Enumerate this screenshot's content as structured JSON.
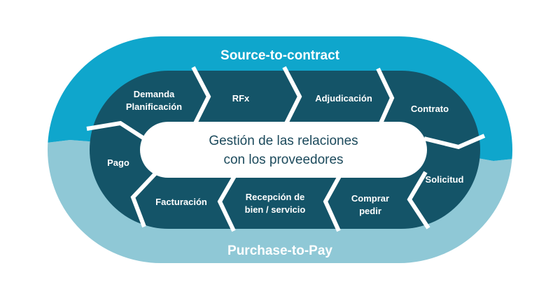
{
  "ring": {
    "top_label": "Source-to-contract",
    "bottom_label": "Purchase-to-Pay"
  },
  "center": {
    "line1": "Gestión de las relaciones",
    "line2": "con los proveedores"
  },
  "steps": [
    {
      "line1": "Demanda",
      "line2": "Planificación"
    },
    {
      "line1": "RFx"
    },
    {
      "line1": "Adjudicación"
    },
    {
      "line1": "Contrato"
    },
    {
      "line1": "Solicitud"
    },
    {
      "line1": "Comprar",
      "line2": "pedir"
    },
    {
      "line1": "Recepción de",
      "line2": "bien / servicio"
    },
    {
      "line1": "Facturación"
    },
    {
      "line1": "Pago"
    }
  ],
  "colors": {
    "ring_top": "#0fa6cc",
    "ring_bottom": "#8fc8d6",
    "segments": "#145468",
    "center_text": "#1c4a5c"
  }
}
